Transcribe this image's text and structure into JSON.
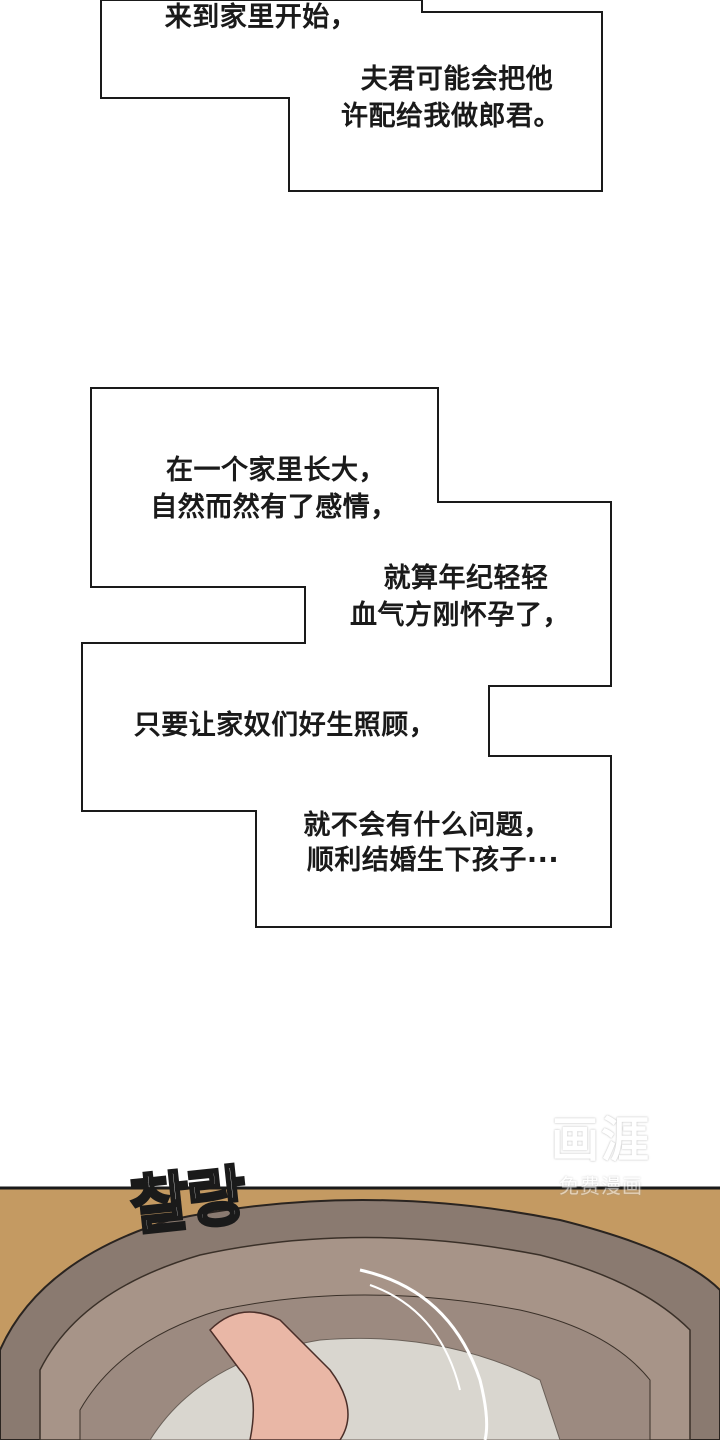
{
  "bubble_top": {
    "lines": [
      "来到家里开始，",
      "夫君可能会把他",
      "许配给我做郎君。"
    ]
  },
  "bubble_main": {
    "lines": [
      "在一个家里长大，",
      "自然而然有了感情，",
      "就算年纪轻轻",
      "血气方刚怀孕了，",
      "只要让家奴们好生照顾，",
      "就不会有什么问题，",
      "顺利结婚生下孩子···"
    ]
  },
  "sound_effect": "찰랑",
  "watermark": {
    "title": "画涯",
    "subtitle": "免费漫画"
  },
  "colors": {
    "wood": "#c49a62",
    "bowl_rim": "#8a7a70",
    "bowl_inner": "#a79488",
    "skin": "#e9b7a6"
  }
}
